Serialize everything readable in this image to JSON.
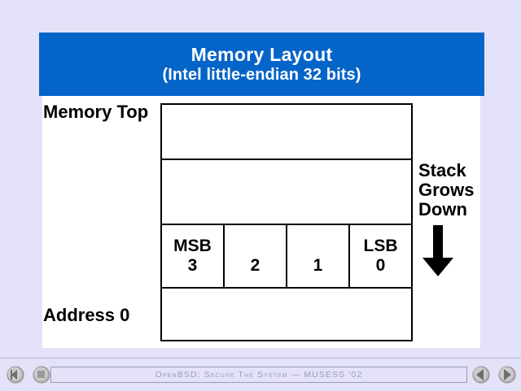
{
  "slide": {
    "title": {
      "main": "Memory Layout",
      "sub": "(Intel little-endian 32 bits)",
      "band_color": "#0464c8",
      "text_color": "#ffffff"
    },
    "background_color": "#e3e2f8",
    "panel_color": "#ffffff",
    "labels": {
      "memory_top": "Memory Top",
      "address_zero": "Address 0"
    },
    "stack_note": {
      "line1": "Stack",
      "line2": "Grows",
      "line3": "Down",
      "arrow_icon": "arrow-down-icon",
      "arrow_color": "#000000"
    },
    "memory_table": {
      "rows": [
        {
          "name": "empty-row-top",
          "cells": []
        },
        {
          "name": "empty-row-second",
          "cells": []
        },
        {
          "name": "byte-row",
          "cells": [
            {
              "tag": "MSB",
              "num": "3"
            },
            {
              "tag": "",
              "num": "2"
            },
            {
              "tag": "",
              "num": "1"
            },
            {
              "tag": "LSB",
              "num": "0"
            }
          ]
        },
        {
          "name": "empty-row-bottom",
          "cells": []
        }
      ],
      "border_color": "#000000"
    }
  },
  "nav": {
    "title": "OpenBSD: Secure The System — MUSESS '02",
    "title_color": "#9d9dbb",
    "buttons": [
      {
        "name": "first-slide-button",
        "icon": "first-arrow-icon"
      },
      {
        "name": "stop-button",
        "icon": "stop-square-icon"
      },
      {
        "name": "previous-slide-button",
        "icon": "arrow-left-icon"
      },
      {
        "name": "next-slide-button",
        "icon": "arrow-right-icon"
      }
    ]
  }
}
